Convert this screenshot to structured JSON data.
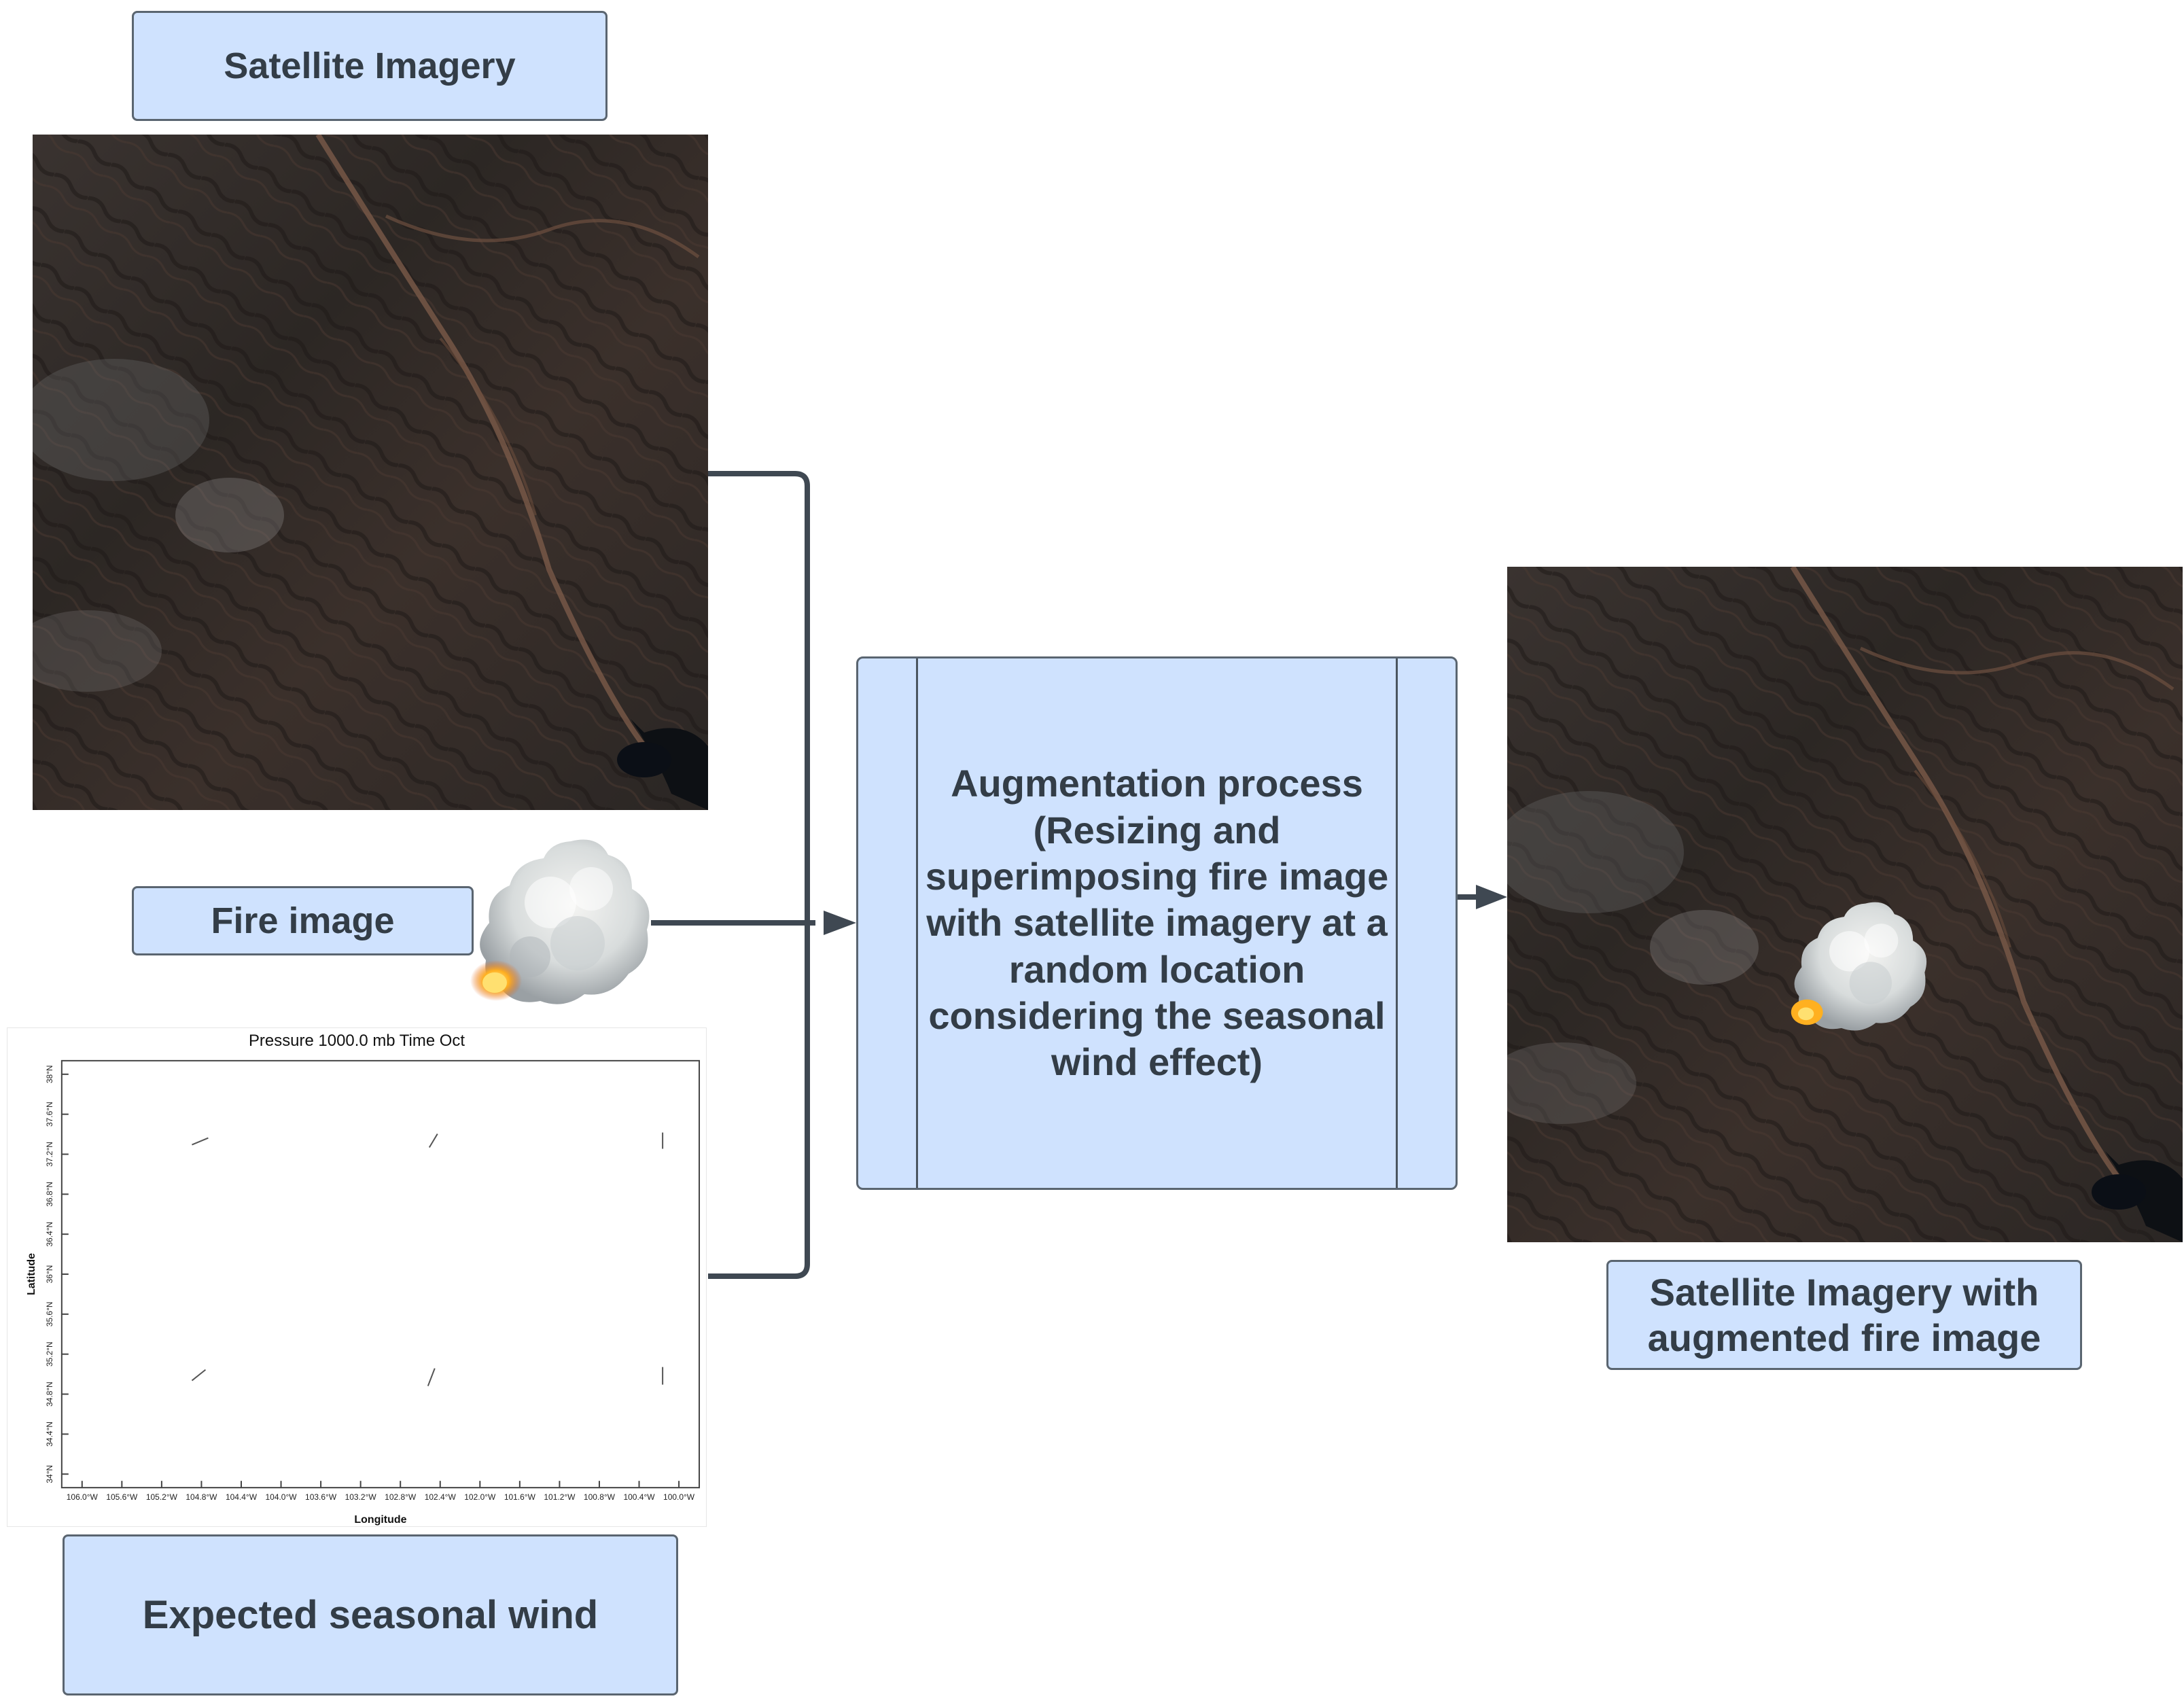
{
  "labels": {
    "satellite": "Satellite Imagery",
    "fire": "Fire image",
    "wind": "Expected seasonal wind",
    "process": "Augmentation process (Resizing and superimposing fire image with satellite imagery at a random location considering the seasonal wind effect)",
    "output": "Satellite Imagery with augmented fire image"
  },
  "wind_plot": {
    "title": "Pressure 1000.0 mb Time Oct",
    "xlabel": "Longitude",
    "ylabel": "Latitude",
    "x_ticks": [
      "106.0°W",
      "105.6°W",
      "105.2°W",
      "104.8°W",
      "104.4°W",
      "104.0°W",
      "103.6°W",
      "103.2°W",
      "102.8°W",
      "102.4°W",
      "102.0°W",
      "101.6°W",
      "101.2°W",
      "100.8°W",
      "100.4°W",
      "100.0°W"
    ],
    "y_ticks": [
      "34°N",
      "34.4°N",
      "34.8°N",
      "35.2°N",
      "35.6°N",
      "36°N",
      "36.4°N",
      "36.8°N",
      "37.2°N",
      "37.6°N",
      "38°N"
    ]
  },
  "colors": {
    "box_fill": "#cfe2fe",
    "box_border": "#5a6570",
    "connector": "#3f4852",
    "text": "#333d47"
  }
}
